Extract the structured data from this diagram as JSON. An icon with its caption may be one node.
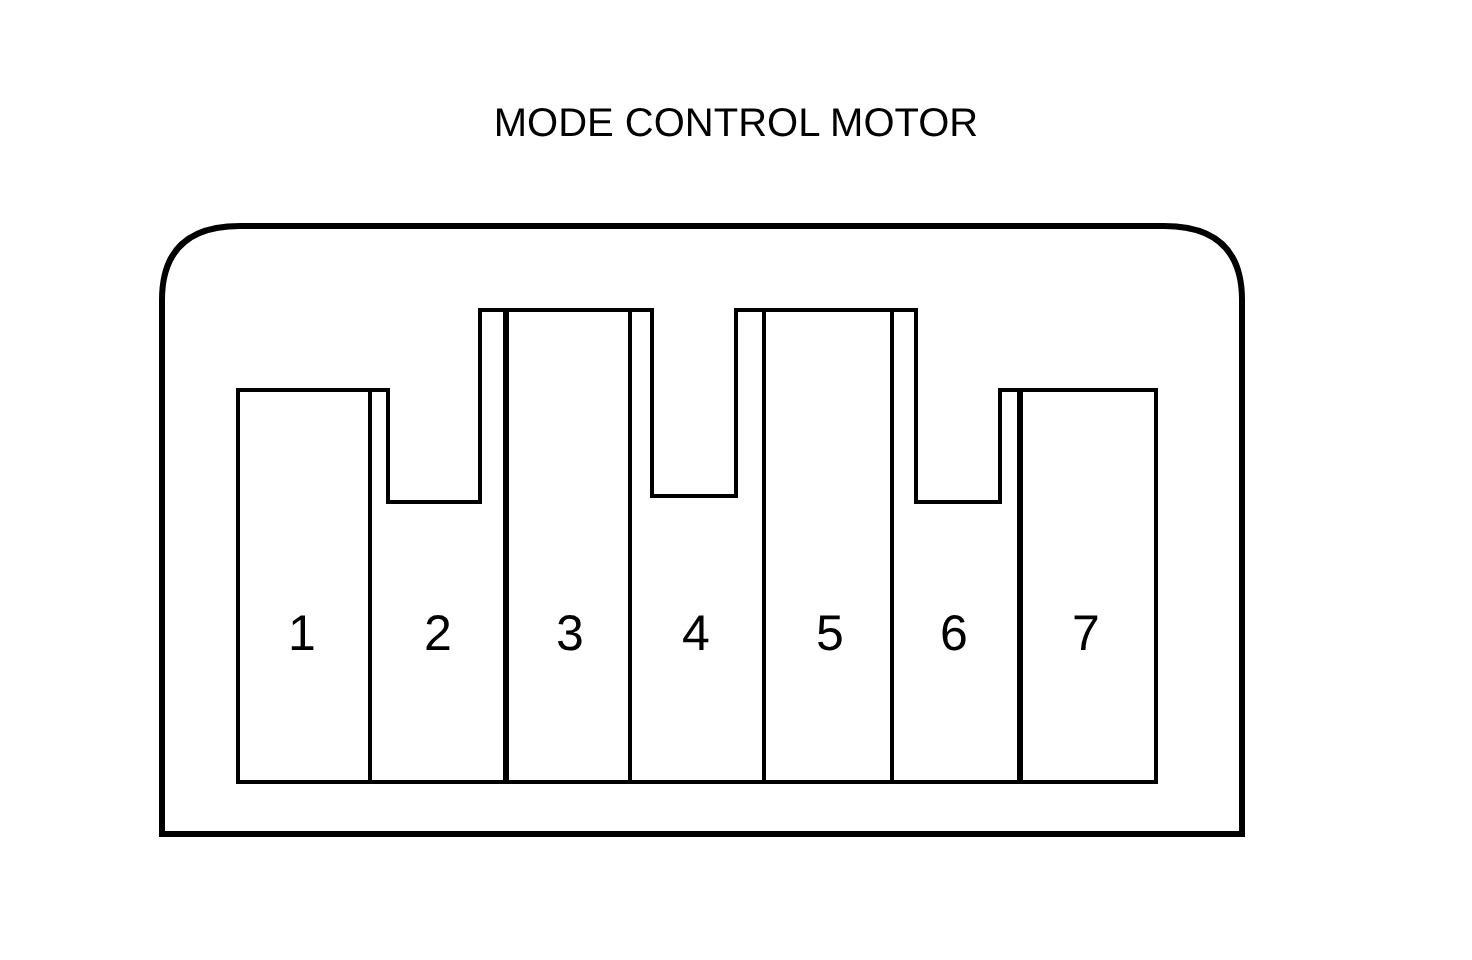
{
  "diagram": {
    "title": "MODE CONTROL MOTOR",
    "labels": [
      "1",
      "2",
      "3",
      "4",
      "5",
      "6",
      "7"
    ]
  }
}
